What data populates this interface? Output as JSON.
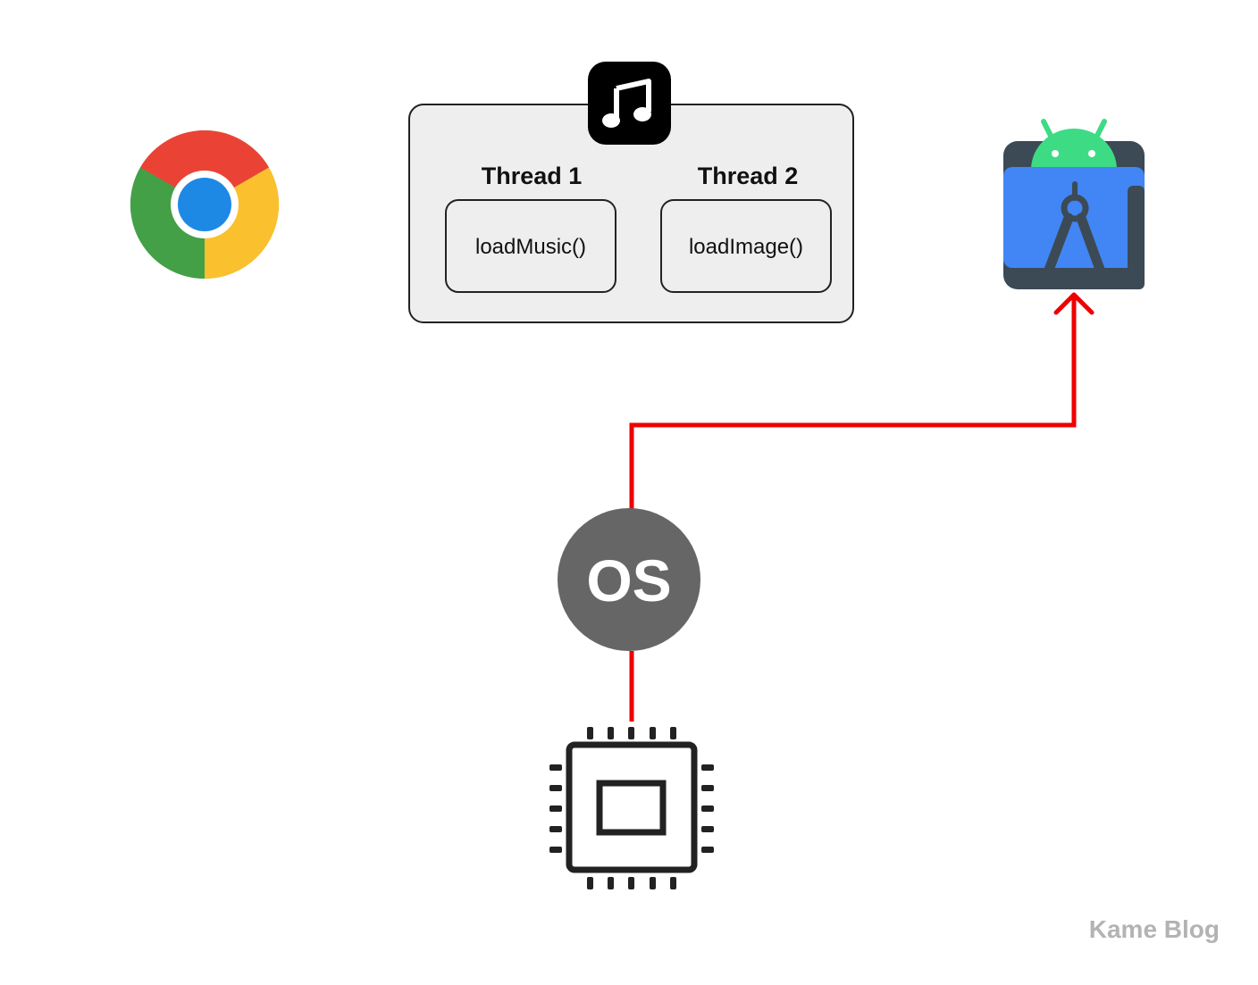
{
  "diagram": {
    "threads": [
      {
        "label": "Thread 1",
        "function": "loadMusic()"
      },
      {
        "label": "Thread 2",
        "function": "loadImage()"
      }
    ],
    "os_label": "OS",
    "watermark": "Kame Blog",
    "icons": {
      "browser": "chrome-icon",
      "process": "music-app-icon",
      "target": "android-studio-icon",
      "os": "os-icon",
      "hardware": "cpu-chip-icon"
    },
    "colors": {
      "connector": "#ee0000",
      "process_box_fill": "#eeeeee",
      "os_circle": "#666666",
      "watermark": "#b3b3b3"
    }
  }
}
